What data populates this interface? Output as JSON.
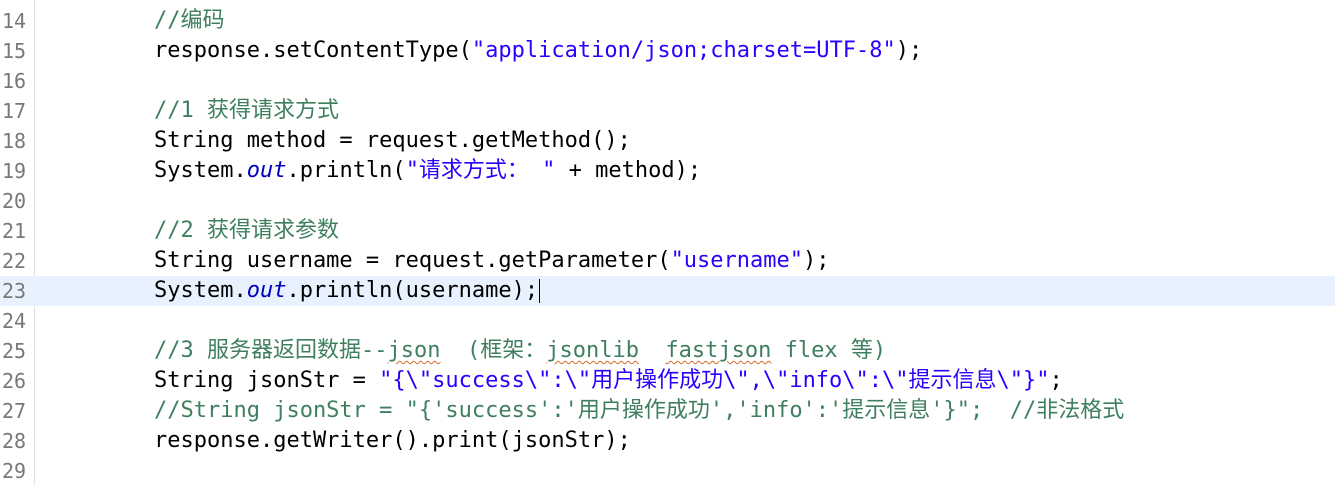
{
  "editor": {
    "current_line": 23,
    "lines": [
      {
        "number": "14",
        "segments": [
          {
            "type": "comment",
            "text": "//编码"
          }
        ]
      },
      {
        "number": "15",
        "segments": [
          {
            "type": "plain",
            "text": "response.setContentType("
          },
          {
            "type": "string",
            "text": "\"application/json;charset=UTF-8\""
          },
          {
            "type": "plain",
            "text": ");"
          }
        ]
      },
      {
        "number": "16",
        "segments": []
      },
      {
        "number": "17",
        "segments": [
          {
            "type": "comment",
            "text": "//1 获得请求方式"
          }
        ]
      },
      {
        "number": "18",
        "segments": [
          {
            "type": "plain",
            "text": "String method = request.getMethod();"
          }
        ]
      },
      {
        "number": "19",
        "segments": [
          {
            "type": "plain",
            "text": "System."
          },
          {
            "type": "static",
            "text": "out"
          },
          {
            "type": "plain",
            "text": ".println("
          },
          {
            "type": "string",
            "text": "\"请求方式： \""
          },
          {
            "type": "plain",
            "text": " + method);"
          }
        ]
      },
      {
        "number": "20",
        "segments": []
      },
      {
        "number": "21",
        "segments": [
          {
            "type": "comment",
            "text": "//2 获得请求参数"
          }
        ]
      },
      {
        "number": "22",
        "segments": [
          {
            "type": "plain",
            "text": "String username = request.getParameter("
          },
          {
            "type": "string",
            "text": "\"username\""
          },
          {
            "type": "plain",
            "text": ");"
          }
        ]
      },
      {
        "number": "23",
        "segments": [
          {
            "type": "plain",
            "text": "System."
          },
          {
            "type": "static",
            "text": "out"
          },
          {
            "type": "plain",
            "text": ".println(username);"
          }
        ],
        "caret": true
      },
      {
        "number": "24",
        "segments": []
      },
      {
        "number": "25",
        "segments": [
          {
            "type": "comment",
            "text": "//3 服务器返回数据--"
          },
          {
            "type": "comment-squiggle",
            "text": "json"
          },
          {
            "type": "comment",
            "text": "  (框架："
          },
          {
            "type": "comment-squiggle",
            "text": "jsonlib"
          },
          {
            "type": "comment",
            "text": "  "
          },
          {
            "type": "comment-squiggle",
            "text": "fastjson"
          },
          {
            "type": "comment",
            "text": " flex 等)"
          }
        ]
      },
      {
        "number": "26",
        "segments": [
          {
            "type": "plain",
            "text": "String jsonStr = "
          },
          {
            "type": "string",
            "text": "\"{\\\"success\\\":\\\"用户操作成功\\\",\\\"info\\\":\\\"提示信息\\\"}\""
          },
          {
            "type": "plain",
            "text": ";"
          }
        ]
      },
      {
        "number": "27",
        "segments": [
          {
            "type": "comment",
            "text": "//String jsonStr = \"{'success':'用户操作成功','info':'提示信息'}\";  //非法格式"
          }
        ]
      },
      {
        "number": "28",
        "segments": [
          {
            "type": "plain",
            "text": "response.getWriter().print(jsonStr);"
          }
        ]
      },
      {
        "number": "29",
        "segments": []
      }
    ]
  },
  "colors": {
    "comment": "#3f7f5f",
    "string": "#2a00ff",
    "static_field": "#0000c0",
    "line_number": "#787878",
    "current_line_bg": "#e8f2fe"
  }
}
